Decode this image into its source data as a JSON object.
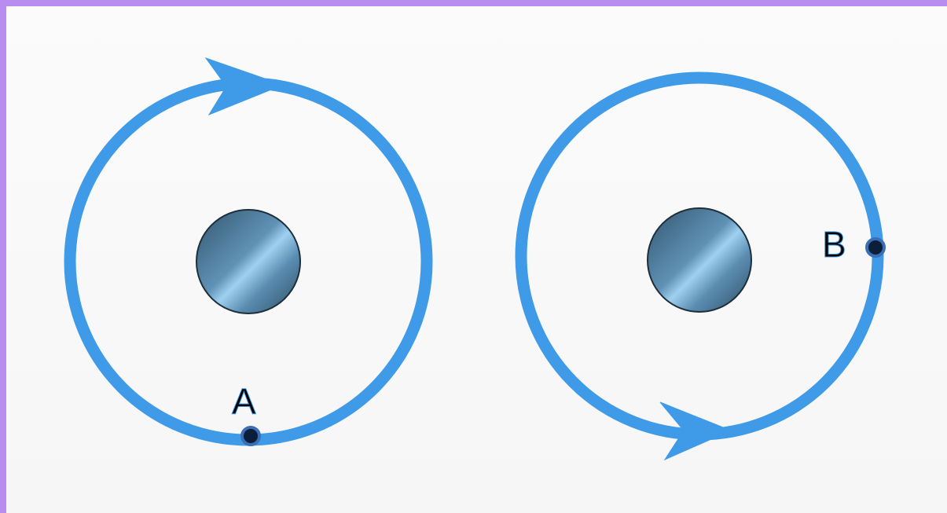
{
  "colors": {
    "frame_band": "#b98df0",
    "orbit": "#3f9ae8",
    "body_dark": "#2f5168",
    "body_light": "#8ec3e6",
    "point_fill": "#0b1e3a",
    "point_ring": "#3a6fb5"
  },
  "figures": [
    {
      "orbit_direction": "clockwise",
      "point": {
        "label": "A"
      }
    },
    {
      "orbit_direction": "counterclockwise",
      "point": {
        "label": "B"
      }
    }
  ]
}
